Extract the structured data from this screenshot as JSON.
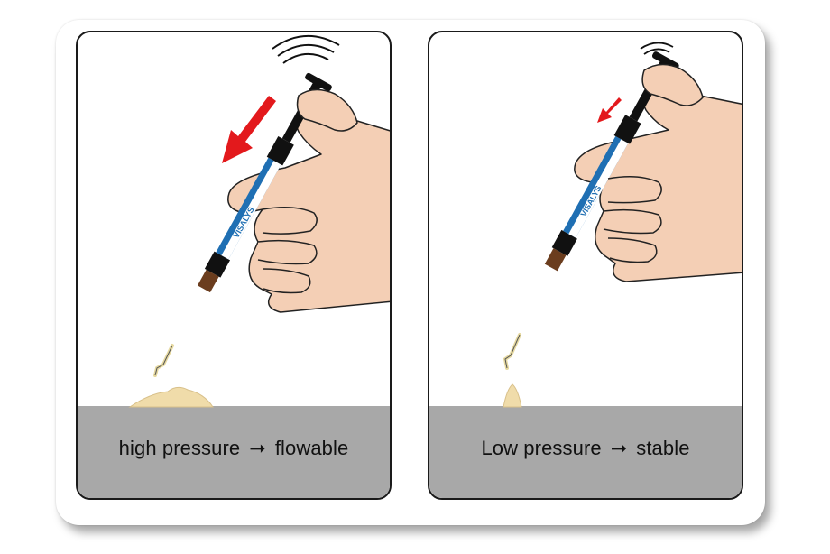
{
  "panels": [
    {
      "caption_left": "high pressure",
      "caption_right": "flowable",
      "arrow_glyph": "➞",
      "brand_text": "VISALYS",
      "pressure_arrow_color": "#e3191c"
    },
    {
      "caption_left": "Low pressure",
      "caption_right": "stable",
      "arrow_glyph": "➞",
      "brand_text": "VISALYS",
      "pressure_arrow_color": "#e3191c"
    }
  ],
  "colors": {
    "skin": "#f4cfb5",
    "syringe_black": "#111111",
    "barrel_blue": "#1f6fb3",
    "tip_brown": "#6b3d1e",
    "material": "#f0dcaa",
    "floor": "#a8a8a8"
  }
}
